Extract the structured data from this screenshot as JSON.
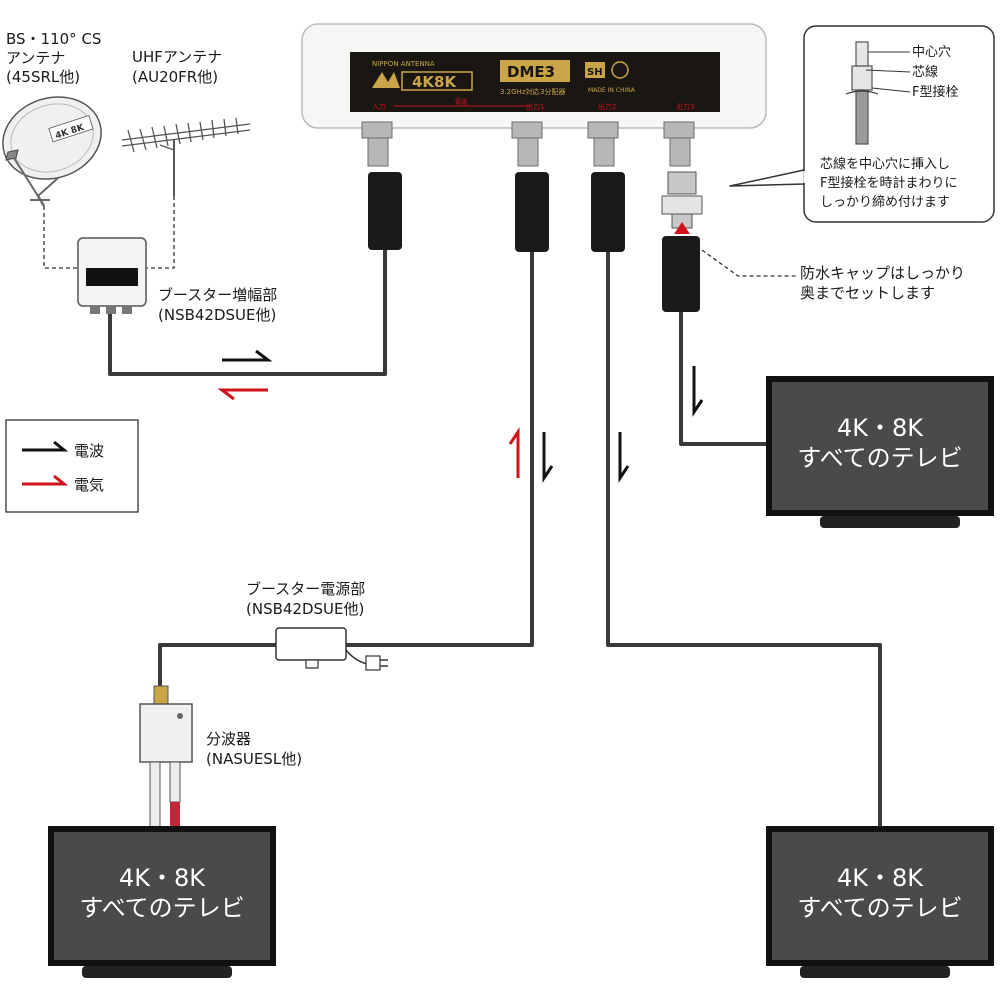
{
  "bs_antenna": {
    "line1": "BS・110° CS",
    "line2": "アンテナ",
    "line3": "(45SRL他)",
    "dish_logo": "4K 8K"
  },
  "uhf_antenna": {
    "line1": "UHFアンテナ",
    "line2": "(AU20FR他)"
  },
  "booster_amp": {
    "line1": "ブースター増幅部",
    "line2": "(NSB42DSUE他)"
  },
  "distributor": {
    "brand": "NIPPON ANTENNA",
    "logo": "4K8K",
    "model": "DME3",
    "spec1": "3.2GHz対応",
    "spec2": "3分配器",
    "badge": "SH",
    "made_in": "MADE IN CHINA",
    "port_in": "入力",
    "port_power": "電通",
    "port_out1": "出力1",
    "port_out2": "出力2",
    "port_out3": "出力3"
  },
  "connector_callout": {
    "label_center_hole": "中心穴",
    "label_core_wire": "芯線",
    "label_f_plug": "F型接栓",
    "instruction_line1": "芯線を中心穴に挿入し",
    "instruction_line2": "F型接栓を時計まわりに",
    "instruction_line3": "しっかり締め付けます"
  },
  "waterproof_cap": {
    "line1": "防水キャップはしっかり",
    "line2": "奥までセットします"
  },
  "legend": {
    "wave": "電波",
    "electricity": "電気"
  },
  "booster_power": {
    "line1": "ブースター電源部",
    "line2": "(NSB42DSUE他)"
  },
  "splitter": {
    "line1": "分波器",
    "line2": "(NASUESL他)"
  },
  "tvs": [
    {
      "line1": "4K・8K",
      "line2": "すべてのテレビ"
    },
    {
      "line1": "4K・8K",
      "line2": "すべてのテレビ"
    },
    {
      "line1": "4K・8K",
      "line2": "すべてのテレビ"
    }
  ],
  "colors": {
    "wave": "#111111",
    "electricity": "#d0121b",
    "tv_screen": "#4a4a4a",
    "gold": "#c9a548"
  }
}
